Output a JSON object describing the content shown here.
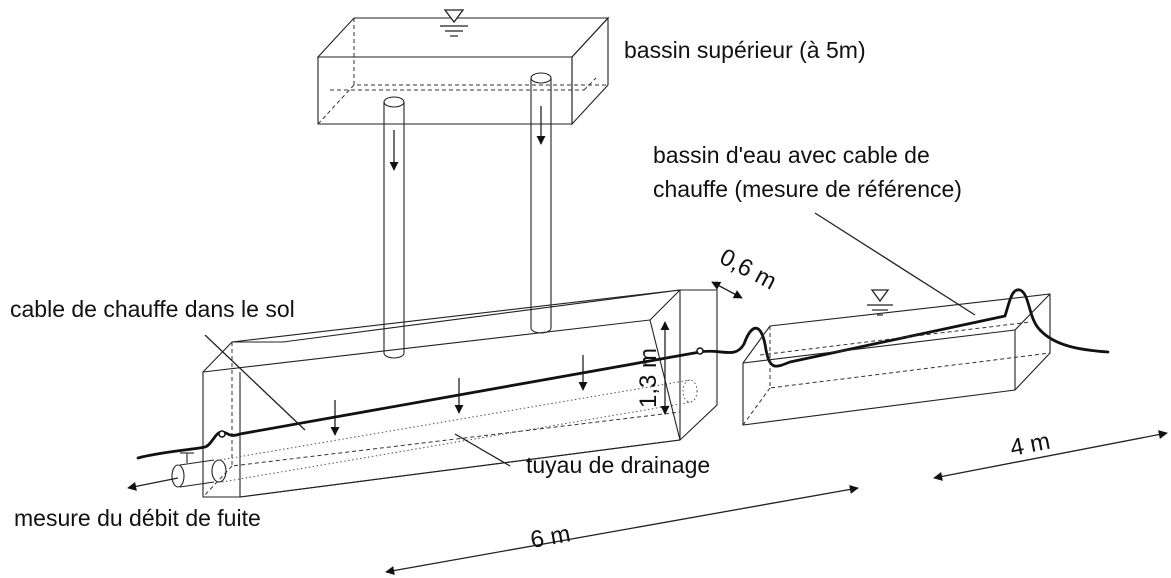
{
  "labels": {
    "upper_basin": "bassin supérieur (à 5m)",
    "reference_basin_line1": "bassin d'eau avec cable de",
    "reference_basin_line2": "chauffe (mesure de référence)",
    "cable_in_soil": "cable de chauffe dans le sol",
    "drain_pipe": "tuyau de drainage",
    "leak_flow": "mesure du débit de fuite"
  },
  "dimensions": {
    "length_soil_box": "6 m",
    "length_reference_basin": "4 m",
    "gap_between_boxes": "0,6 m",
    "height_soil_box": "1,3 m"
  },
  "colors": {
    "line": "#222222",
    "cable": "#111111",
    "background": "#ffffff"
  }
}
